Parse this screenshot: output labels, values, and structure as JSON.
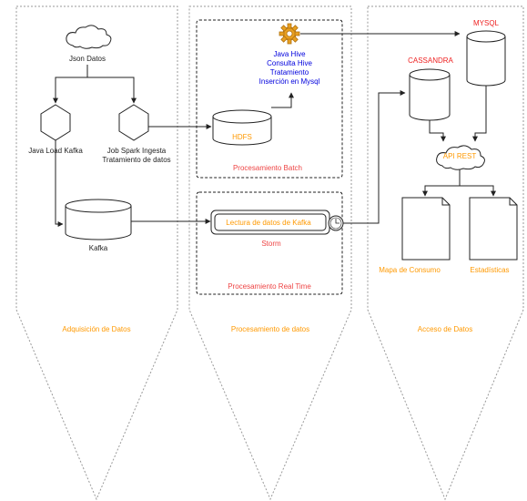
{
  "colors": {
    "line": "#222222",
    "lane_border": "#999999",
    "lane_label": "#ff9900",
    "group_label": "#ee4444",
    "storage_label": "#ff9900",
    "hive_text": "#0000dd",
    "db_label": "#ee2222",
    "gear": "#e8a020"
  },
  "lanes": [
    {
      "label": "Adquisición de Datos"
    },
    {
      "label": "Procesamiento de datos"
    },
    {
      "label": "Acceso de Datos"
    }
  ],
  "nodes": {
    "json_datos": "Json Datos",
    "java_load_kafka": "Java Load Kafka",
    "job_spark": [
      "Job Spark Ingesta",
      "Tratamiento de datos"
    ],
    "kafka": "Kafka",
    "hdfs": "HDFS",
    "hive_job": [
      "Java Hive",
      "Consulta Hive",
      "Tratamiento",
      "Inserción en Mysql"
    ],
    "batch_group": "Procesamiento Batch",
    "storm_process": "Lectura de datos de Kafka",
    "storm": "Storm",
    "realtime_group": "Procesamiento Real Time",
    "mysql": "MYSQL",
    "cassandra": "CASSANDRA",
    "api_rest": "API REST",
    "doc_left": "Mapa de Consumo",
    "doc_right": "Estadísticas"
  }
}
